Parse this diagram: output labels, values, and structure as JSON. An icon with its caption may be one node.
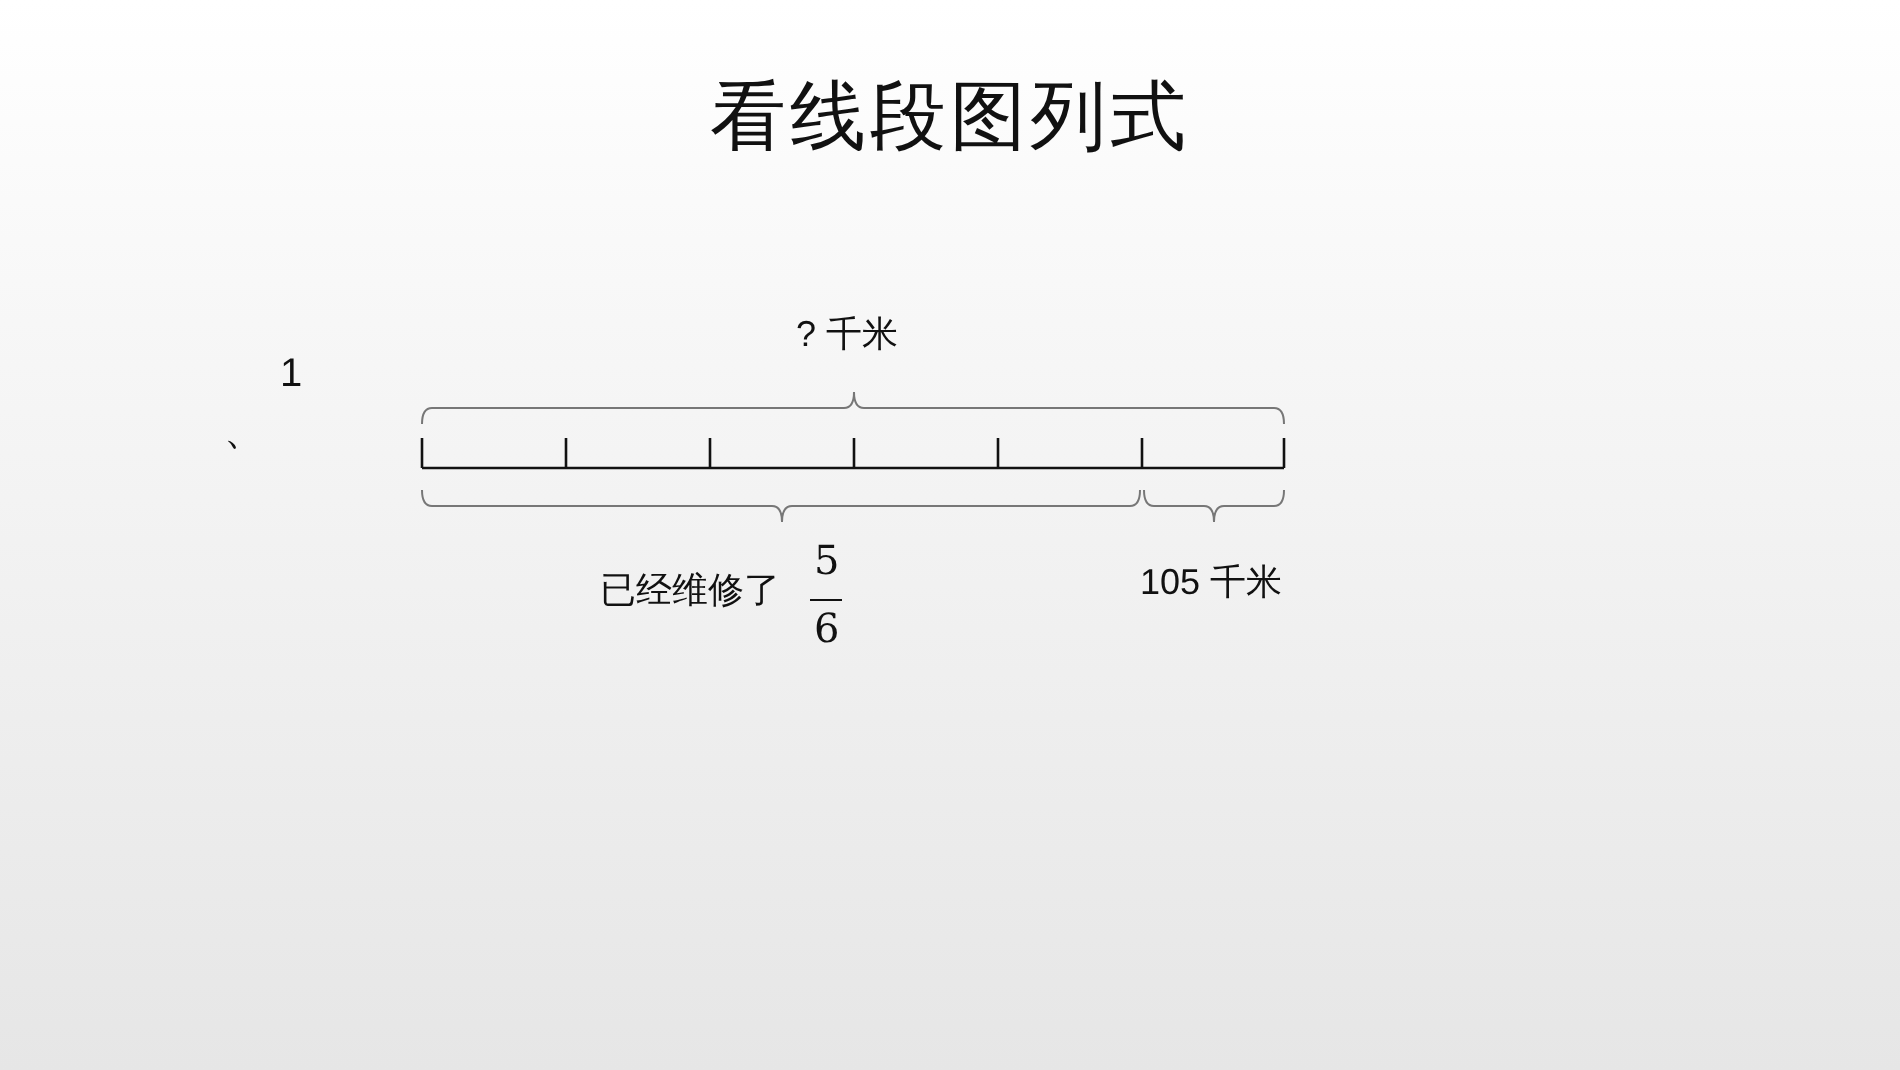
{
  "diagram": {
    "title": "看线段图列式",
    "labels": [
      "1",
      "、",
      "? 千米",
      "已经维修了",
      "5",
      "6",
      "105 千米"
    ]
  }
}
